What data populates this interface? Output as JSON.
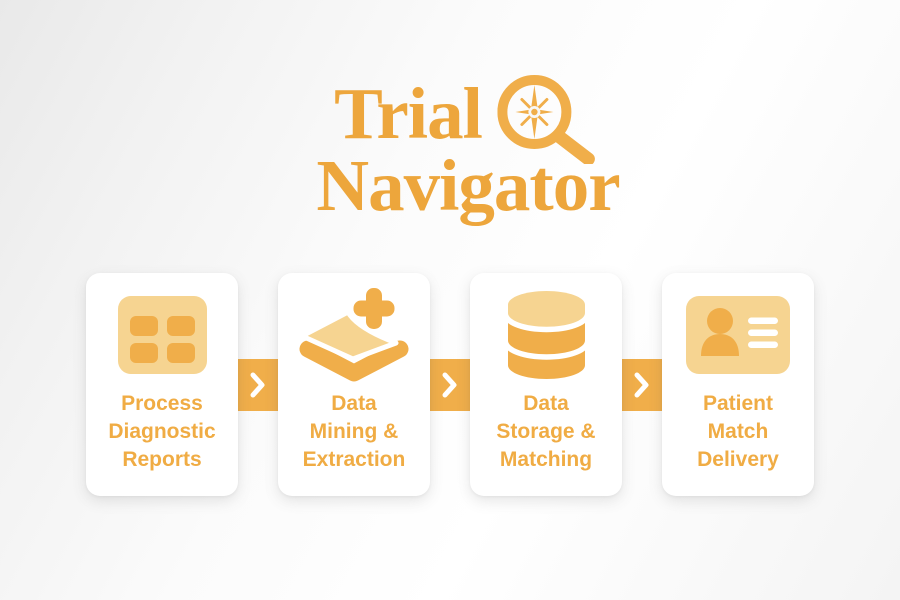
{
  "logo": {
    "title_line1": "Trial",
    "title_line2": "Navigator",
    "icon": "compass-magnifier"
  },
  "steps": [
    {
      "icon": "diagnostic-report-grid",
      "label": "Process Diagnostic Reports",
      "lines": [
        "Process",
        "Diagnostic",
        "Reports"
      ]
    },
    {
      "icon": "data-layers-plus",
      "label": "Data Mining & Extraction",
      "lines": [
        "Data",
        "Mining &",
        "Extraction"
      ]
    },
    {
      "icon": "database",
      "label": "Data Storage & Matching",
      "lines": [
        "Data",
        "Storage &",
        "Matching"
      ]
    },
    {
      "icon": "patient-id-card",
      "label": "Patient Match Delivery",
      "lines": [
        "Patient",
        "Match",
        "Delivery"
      ]
    }
  ],
  "connector": {
    "direction": "right",
    "glyph": "chevron"
  },
  "colors": {
    "amber_title": "#EDA63C",
    "amber_text": "#F0AC44",
    "amber_icon": "#F0AE4A",
    "amber_icon_light": "#F6D491",
    "card_background": "#FFFFFF",
    "arrow_chevron": "#FFFFFF",
    "background_corner": "#E9E9E9",
    "background_center": "#FFFFFF"
  }
}
